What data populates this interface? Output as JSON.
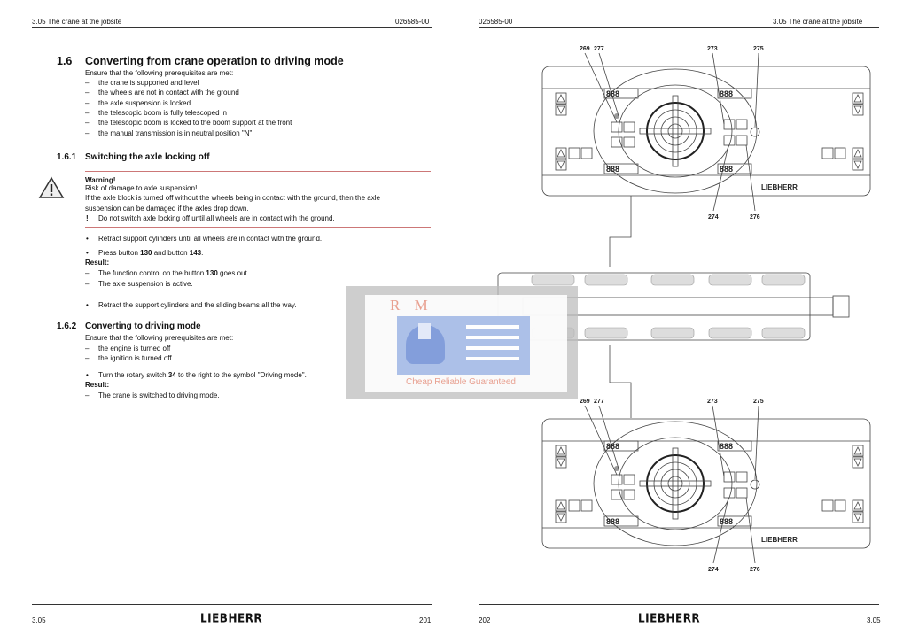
{
  "left_page": {
    "header_left": "3.05 The crane at the jobsite",
    "header_right": "026585-00",
    "section": {
      "number": "1.6",
      "title": "Converting from crane operation to driving mode",
      "intro": "Ensure that the following prerequisites are met:",
      "prerequisites": [
        "the crane is supported and level",
        "the wheels are not in contact with the ground",
        "the axle suspension is locked",
        "the telescopic boom is fully telescoped in",
        "the telescopic boom is locked to the boom support at the front",
        "the manual transmission is in neutral position \"N\""
      ]
    },
    "sub1": {
      "number": "1.6.1",
      "title": "Switching the axle locking off",
      "warning": {
        "icon": "warning-triangle-icon",
        "title": "Warning!",
        "line1": "Risk of damage to axle suspension!",
        "line2": "If the axle block is turned off without the wheels being in contact with the ground, then the axle",
        "line3": "suspension can be damaged if the axles drop down.",
        "instruction_mark": "!",
        "instruction": "Do not switch axle locking off until all wheels are in contact with the ground."
      },
      "step1": "Retract support cylinders until all wheels are in contact with the ground.",
      "step2_pre": "Press button ",
      "step2_b1": "130",
      "step2_mid": " and button ",
      "step2_b2": "143",
      "step2_post": ".",
      "result_label": "Result:",
      "result1_pre": "The function control on the button ",
      "result1_b": "130",
      "result1_post": " goes out.",
      "result2": "The axle suspension is active.",
      "step3": "Retract the support cylinders and the sliding beams all the way."
    },
    "sub2": {
      "number": "1.6.2",
      "title": "Converting to driving mode",
      "intro": "Ensure that the following prerequisites are met:",
      "prerequisites": [
        "the engine is turned off",
        "the ignition is turned off"
      ],
      "step_pre": "Turn the rotary switch ",
      "step_b": "34",
      "step_post": " to the right to the symbol \"Driving mode\".",
      "result_label": "Result:",
      "result1": "The crane is switched to driving mode."
    },
    "footer_left": "3.05",
    "footer_logo": "LIEBHERR",
    "footer_right": "201"
  },
  "right_page": {
    "header_left": "026585-00",
    "header_right": "3.05 The crane at the jobsite",
    "figure": {
      "top_callouts": [
        "269",
        "277",
        "273",
        "275",
        "274",
        "276"
      ],
      "bottom_callouts": [
        "269",
        "277",
        "273",
        "275",
        "274",
        "276"
      ],
      "panel_brand": "LIEBHERR",
      "display_text": "888"
    },
    "footer_left": "202",
    "footer_logo": "LIEBHERR",
    "footer_right": "3.05"
  },
  "watermark": {
    "letters": "R M",
    "slogan": "Cheap Reliable Guaranteed",
    "colors": {
      "red": "#e8a090",
      "blue": "#8aa8e0"
    }
  },
  "colors": {
    "warning_rule": "#cc7777",
    "text": "#111111"
  }
}
